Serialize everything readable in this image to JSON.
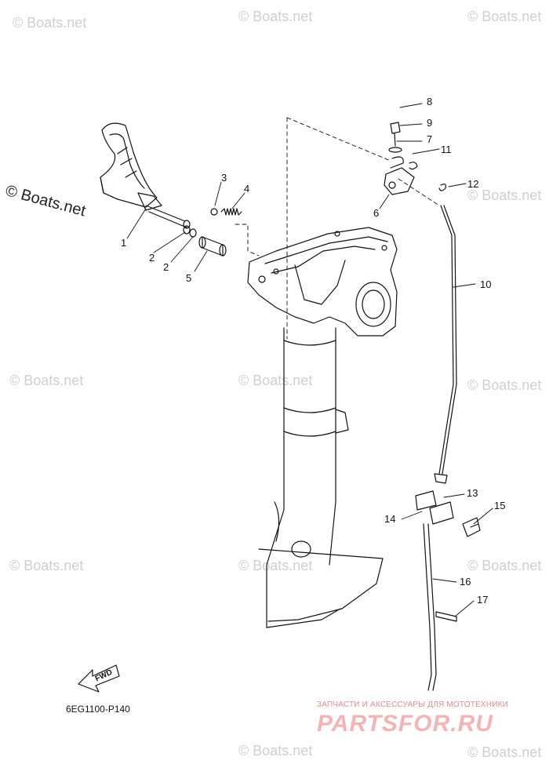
{
  "diagram": {
    "callouts": [
      {
        "id": "c1",
        "label": "1"
      },
      {
        "id": "c2a",
        "label": "2"
      },
      {
        "id": "c2b",
        "label": "2"
      },
      {
        "id": "c3",
        "label": "3"
      },
      {
        "id": "c4",
        "label": "4"
      },
      {
        "id": "c5",
        "label": "5"
      },
      {
        "id": "c6",
        "label": "6"
      },
      {
        "id": "c7",
        "label": "7"
      },
      {
        "id": "c8",
        "label": "8"
      },
      {
        "id": "c9",
        "label": "9"
      },
      {
        "id": "c10",
        "label": "10"
      },
      {
        "id": "c11",
        "label": "11"
      },
      {
        "id": "c12",
        "label": "12"
      },
      {
        "id": "c13",
        "label": "13"
      },
      {
        "id": "c14",
        "label": "14"
      },
      {
        "id": "c15",
        "label": "15"
      },
      {
        "id": "c16",
        "label": "16"
      },
      {
        "id": "c17",
        "label": "17"
      }
    ],
    "direction_label": "FWD",
    "diagram_code": "6EG1100-P140"
  },
  "watermarks": {
    "light": "© Boats.net",
    "dark": "© Boats.net"
  },
  "branding": {
    "tagline": "ЗАПЧАСТИ И АКСЕССУАРЫ ДЛЯ МОТОТЕХНИКИ",
    "site": "PARTSFOR.RU"
  },
  "colors": {
    "line": "#111111",
    "watermark": "#cfcfcf",
    "brand": "#f4b4b4"
  }
}
